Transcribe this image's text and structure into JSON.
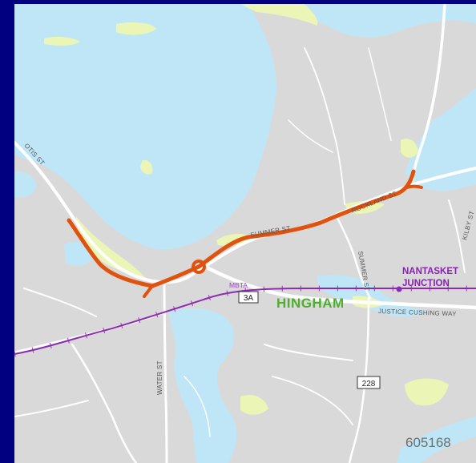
{
  "map": {
    "town_label": "HINGHAM",
    "station_label_line1": "NANTASKET",
    "station_label_line2": "JUNCTION",
    "rail_label": "MBTA",
    "route_shields": [
      "3A",
      "228"
    ],
    "street_labels": {
      "otis": "OTIS ST",
      "summer_main": "SUMMER ST",
      "rockland": "ROCKLAND ST",
      "summer_side": "SUMMER ST",
      "kilby": "KILBY ST",
      "justice": "JUSTICE CUSHING WAY",
      "water": "WATER ST"
    },
    "project_id": "605168",
    "colors": {
      "water": "#bfe6f7",
      "land": "#d9d9d9",
      "park": "#ebf5b6",
      "road": "#ffffff",
      "project": "#e0520d",
      "rail": "#8b2bb0",
      "frame": "#000080"
    }
  }
}
